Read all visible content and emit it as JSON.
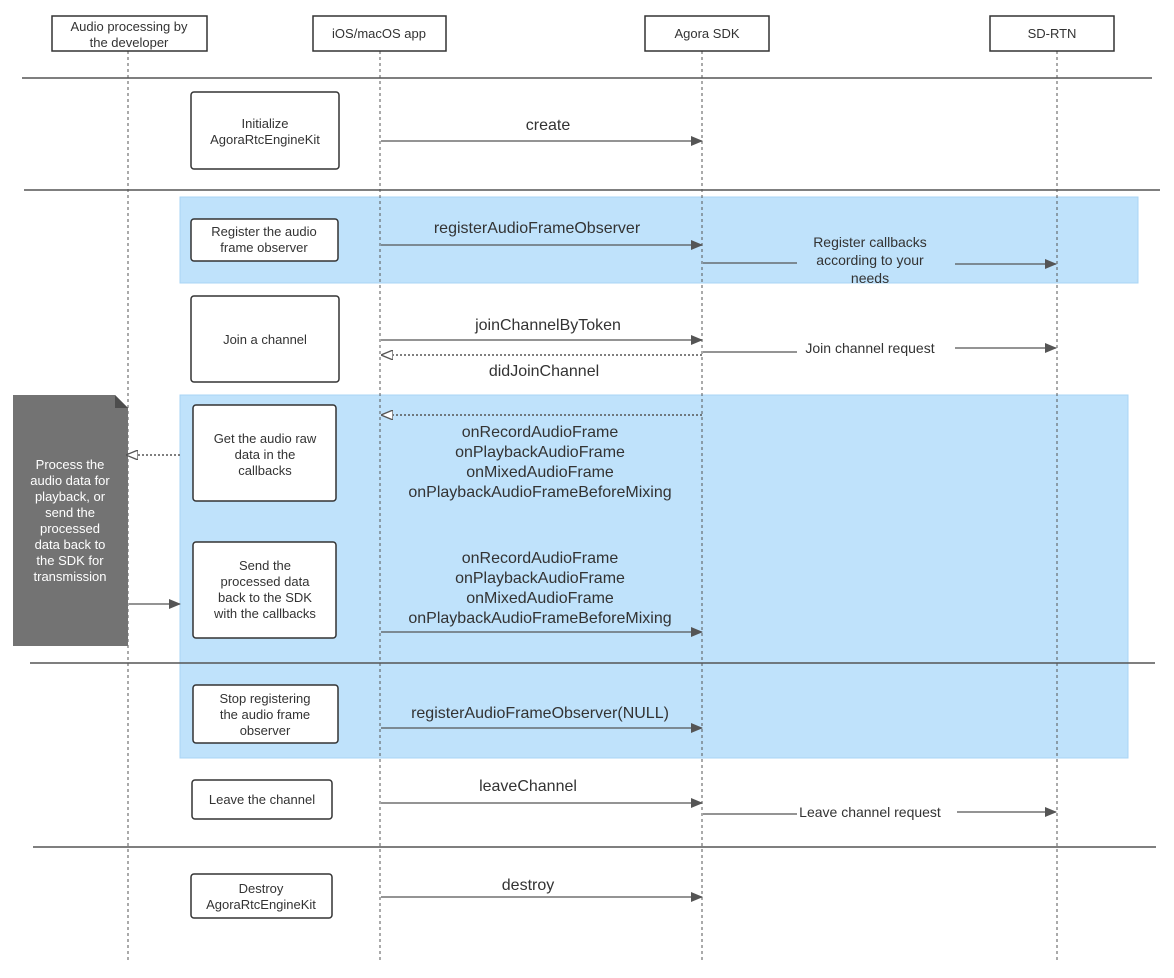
{
  "participants": {
    "developer": "Audio processing by the developer",
    "developer_lines": [
      "Audio processing by",
      "the developer"
    ],
    "app": "iOS/macOS app",
    "sdk": "Agora SDK",
    "rtn": "SD-RTN"
  },
  "steps": {
    "init": {
      "lines": [
        "Initialize",
        "AgoraRtcEngineKit"
      ]
    },
    "register": {
      "lines": [
        "Register the audio",
        "frame observer"
      ]
    },
    "join": {
      "lines": [
        "Join a channel"
      ]
    },
    "get_raw": {
      "lines": [
        "Get the audio raw",
        "data in the",
        "callbacks"
      ]
    },
    "send_back": {
      "lines": [
        "Send the",
        "processed data",
        "back to the SDK",
        "with the callbacks"
      ]
    },
    "stop": {
      "lines": [
        "Stop registering",
        "the audio frame",
        "observer"
      ]
    },
    "leave": {
      "lines": [
        "Leave the channel"
      ]
    },
    "destroy": {
      "lines": [
        "Destroy",
        "AgoraRtcEngineKit"
      ]
    }
  },
  "messages": {
    "create": "create",
    "register": "registerAudioFrameObserver",
    "register_callbacks": [
      "Register callbacks",
      "according to your",
      "needs"
    ],
    "join_token": "joinChannelByToken",
    "join_request": "Join channel request",
    "did_join": "didJoinChannel",
    "callbacks_1": [
      "onRecordAudioFrame",
      "onPlaybackAudioFrame",
      "onMixedAudioFrame",
      "onPlaybackAudioFrameBeforeMixing"
    ],
    "callbacks_2": [
      "onRecordAudioFrame",
      "onPlaybackAudioFrame",
      "onMixedAudioFrame",
      "onPlaybackAudioFrameBeforeMixing"
    ],
    "unregister": "registerAudioFrameObserver(NULL)",
    "leave": "leaveChannel",
    "leave_request": "Leave channel request",
    "destroy": "destroy"
  },
  "note": {
    "lines": [
      "Process the",
      "audio data for",
      "playback, or",
      "send the",
      "processed",
      "data back to",
      "the SDK for",
      "transmission"
    ]
  },
  "colors": {
    "highlight": "#bfe2fb",
    "note_fill": "#737373",
    "line": "#555555",
    "text": "#333333"
  }
}
